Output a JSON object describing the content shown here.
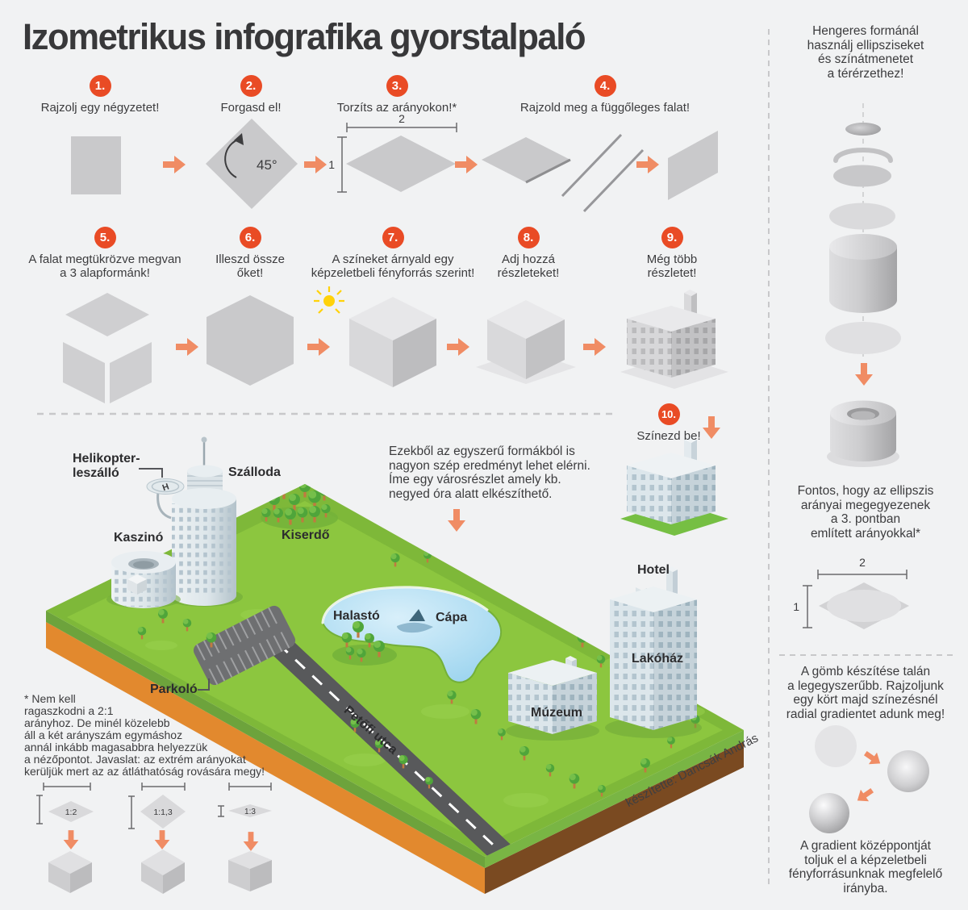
{
  "title": "Izometrikus infografika gyorstalpaló",
  "steps": [
    {
      "num": "1.",
      "label": "Rajzolj egy négyzetet!"
    },
    {
      "num": "2.",
      "label": "Forgasd el!"
    },
    {
      "num": "3.",
      "label": "Torzíts az arányokon!*"
    },
    {
      "num": "4.",
      "label": "Rajzold meg a függőleges falat!"
    },
    {
      "num": "5.",
      "label": "A falat megtükrözve megvan\na 3 alapformánk!"
    },
    {
      "num": "6.",
      "label": "Illeszd össze\nőket!"
    },
    {
      "num": "7.",
      "label": "A színeket árnyald egy\nképzeletbeli fényforrás szerint!"
    },
    {
      "num": "8.",
      "label": "Adj hozzá\nrészleteket!"
    },
    {
      "num": "9.",
      "label": "Még több\nrészletet!"
    },
    {
      "num": "10.",
      "label": "Színezd be!"
    }
  ],
  "annotations": {
    "angle": "45°",
    "width": "2",
    "height": "1"
  },
  "sidebar": {
    "cylinder_note": "Hengeres formánál\nhasználj ellipsziseket\nés színátmenetet\na térérzethez!",
    "ellipse_note": "Fontos, hogy az ellipszis\narányai megegyezenek\na 3. pontban\nemlített arányokkal*",
    "width": "2",
    "height": "1",
    "sphere_note": "A gömb készítése talán\na legegyszerűbb. Rajzoljunk\negy kört majd színezésnél\nradial gradientet adunk meg!",
    "gradient_note": "A gradient középpontját\ntoljuk el a képzeletbeli\nfényforrásunknak megfelelő\nirányba."
  },
  "intro": "Ezekből az egyszerű formákból is\nnagyon szép eredményt lehet elérni.\nÍme egy városrészlet amely kb.\nnegyed óra alatt elkészíthető.",
  "city": {
    "labels": {
      "heliport": "Helikopter-\nleszálló",
      "hotel_tower": "Szálloda",
      "casino": "Kaszinó",
      "forest": "Kiserdő",
      "pond": "Halastó",
      "shark": "Cápa",
      "parking": "Parkoló",
      "street": "Petőfi utca",
      "museum": "Múzeum",
      "hotel": "Hotel",
      "apartment": "Lakóház",
      "helipad_h": "H"
    },
    "credit": "készítette: Dancsák András"
  },
  "footnote": "* Nem kell\nragaszkodni a 2:1\narányhoz. De minél közelebb\náll a két arányszám egymáshoz\nannál inkább magasabbra helyezzük\na nézőpontot. Javaslat: az extrém arányokat\nkerüljük mert az az átláthatóság rovására megy!",
  "ratios": [
    {
      "label": "1:2"
    },
    {
      "label": "1:1,3"
    },
    {
      "label": "1:3"
    }
  ],
  "colors": {
    "accent": "#e94b25",
    "arrow": "#f08c64",
    "grass": "#8cc63f",
    "grass_edge": "#7eb839",
    "soil_left": "#e2892e",
    "soil_right": "#7a4a21",
    "water": "#a9dcf2",
    "road": "#58595b",
    "sun": "#ffd20a",
    "building": "#dce6eb"
  }
}
